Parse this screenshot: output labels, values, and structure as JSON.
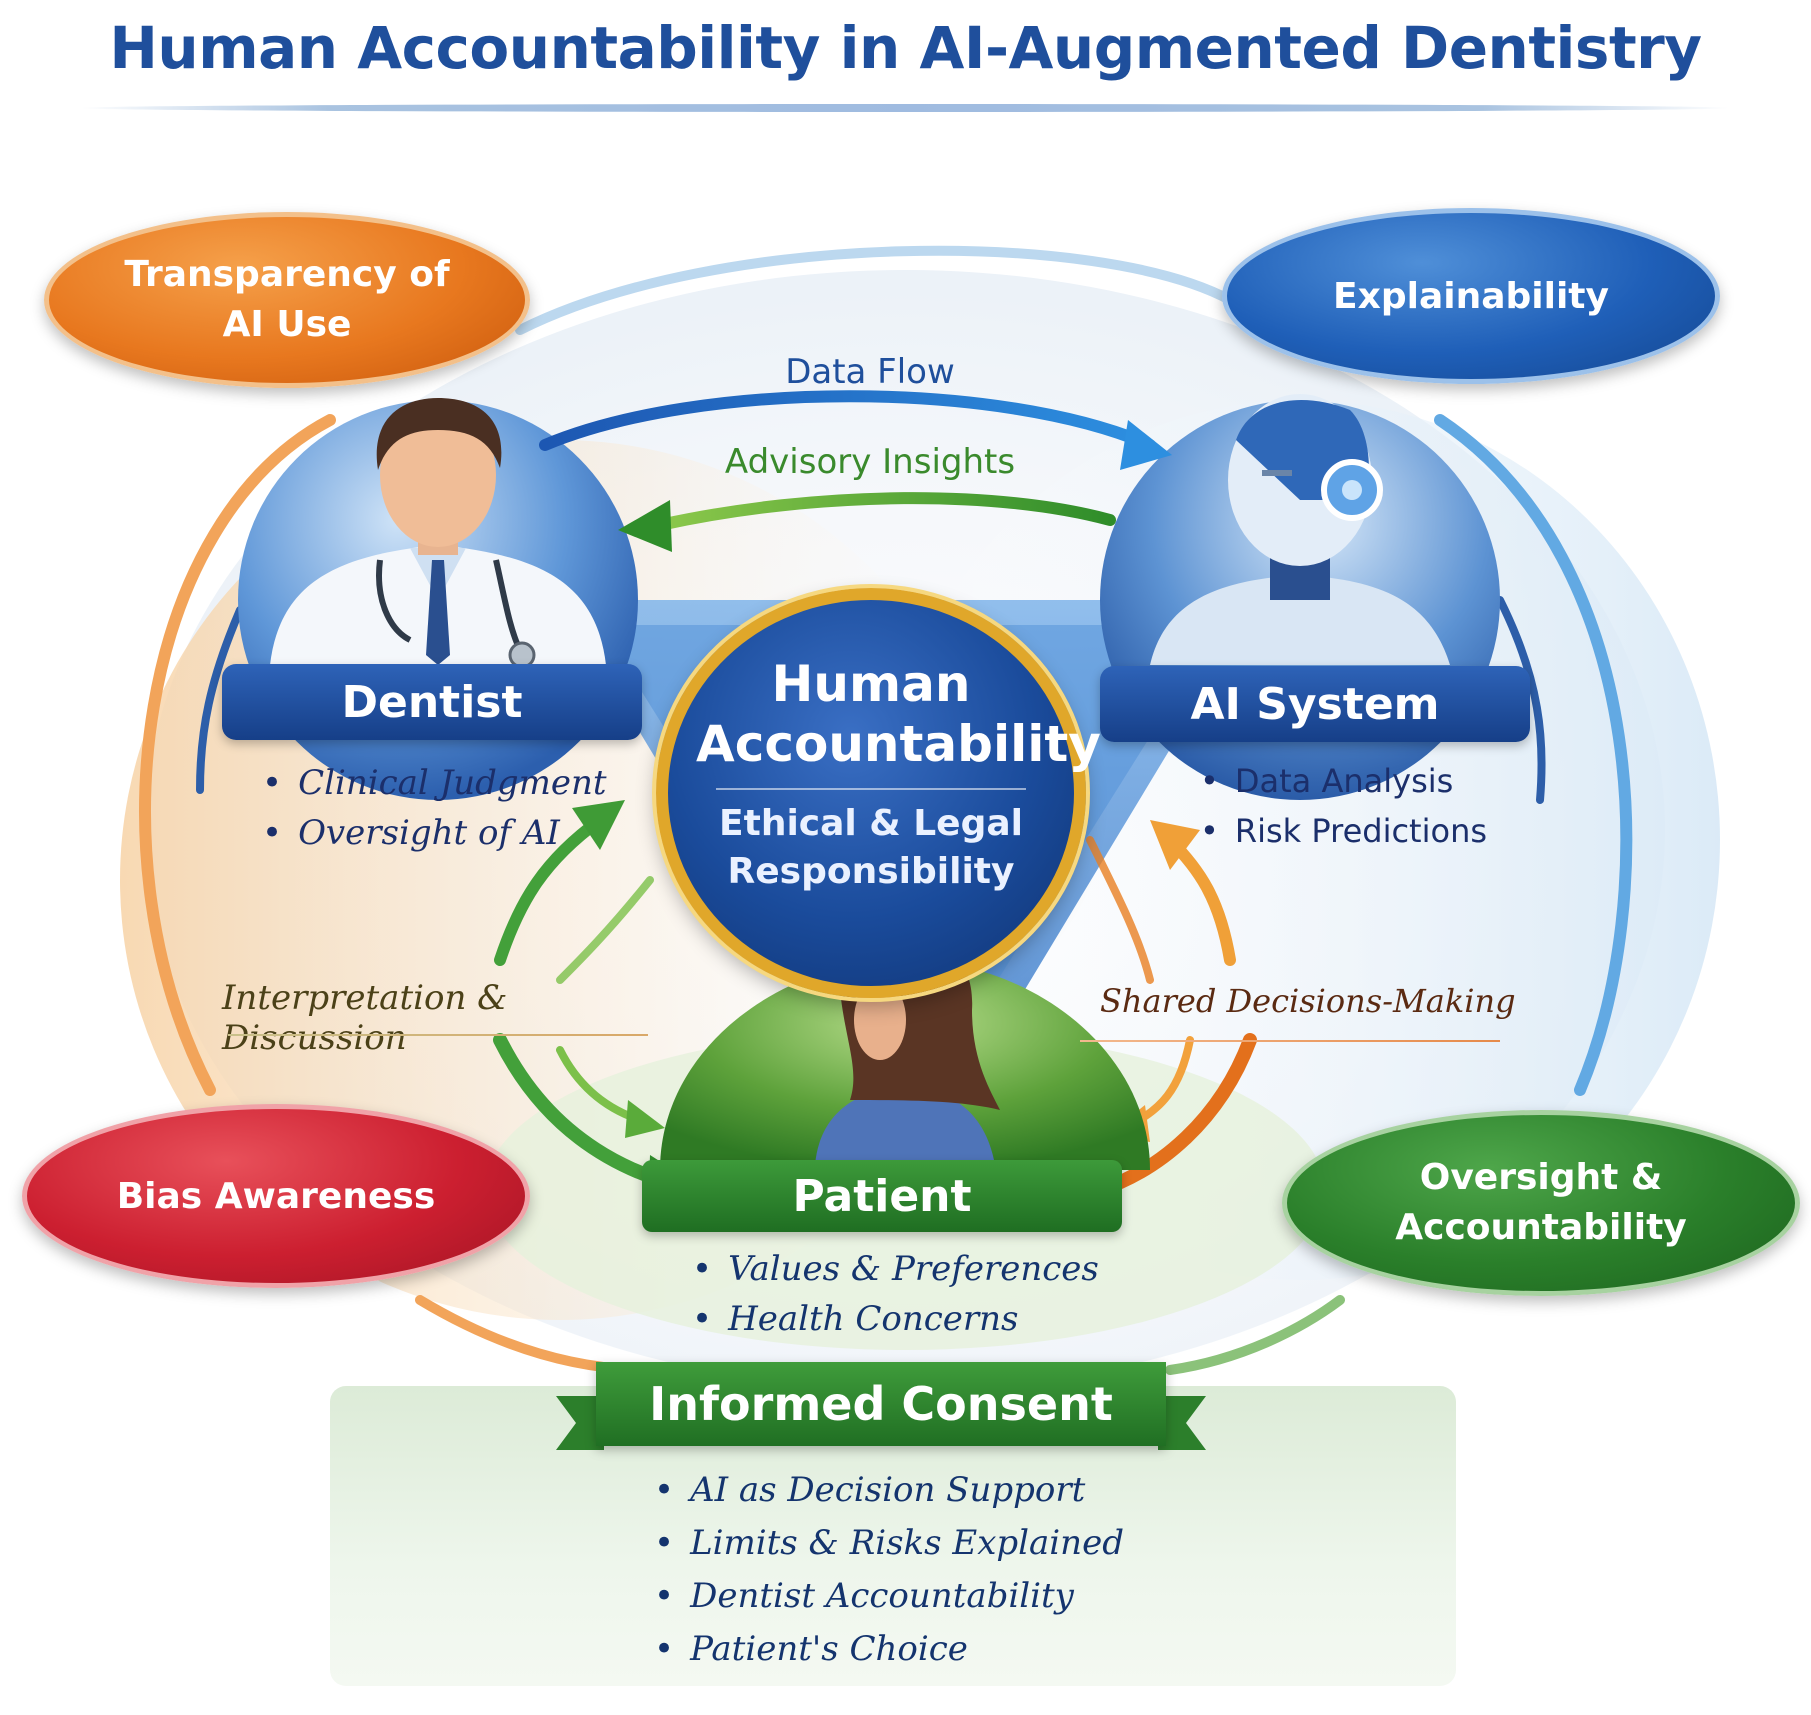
{
  "title": "Human Accountability in AI-Augmented Dentistry",
  "ovals": {
    "transparency": "Transparency of AI Use",
    "explainability": "Explainability",
    "bias": "Bias Awareness",
    "oversight": "Oversight & Accountability"
  },
  "flows": {
    "data_flow": "Data Flow",
    "advisory": "Advisory Insights",
    "interpretation": "Interpretation & Discussion",
    "shared": "Shared Decisions-Making"
  },
  "dentist": {
    "label": "Dentist",
    "bullets": [
      "Clinical Judgment",
      "Oversight of AI"
    ]
  },
  "ai_system": {
    "label": "AI System",
    "bullets": [
      "Data Analysis",
      "Risk Predictions"
    ]
  },
  "center": {
    "title": "Human Accountability",
    "subtitle": "Ethical & Legal Responsibility"
  },
  "patient": {
    "label": "Patient",
    "bullets": [
      "Values & Preferences",
      "Health Concerns"
    ]
  },
  "consent": {
    "label": "Informed Consent",
    "bullets": [
      "AI as Decision Support",
      "Limits & Risks Explained",
      "Dentist Accountability",
      "Patient's Choice"
    ]
  },
  "colors": {
    "title": "#1f4f9c",
    "blue": "#1f5fb8",
    "green": "#2a7f2a",
    "orange": "#e8781f",
    "red": "#cc1f30",
    "gold": "#e0a72a"
  }
}
